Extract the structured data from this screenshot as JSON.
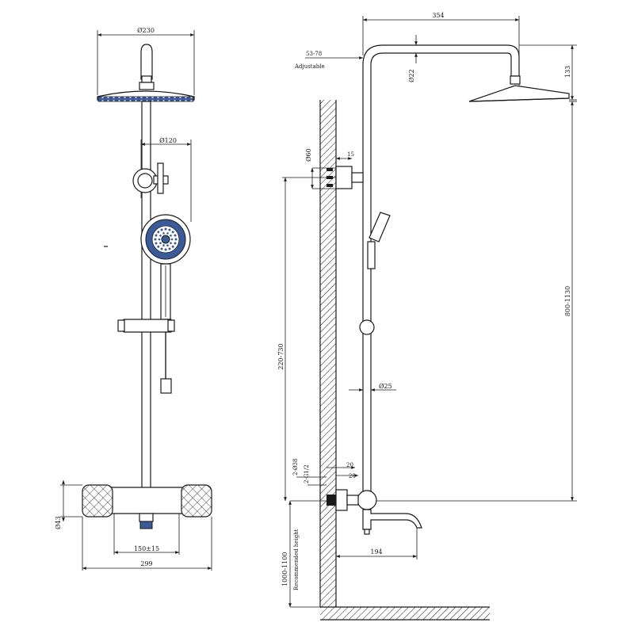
{
  "front_view": {
    "head_diameter": "Ø230",
    "handheld_diameter": "Ø120",
    "pipe_diameter": "Ø43",
    "inlet_spacing": "150±15",
    "mixer_width": "299"
  },
  "side_view": {
    "arm_length": "354",
    "bracket_range": "53-78",
    "adjustable_label": "Adjustable",
    "arm_diameter": "Ø22",
    "head_drop": "133",
    "bracket_diameter": "Ø60",
    "bracket_depth": "15",
    "bracket_height": "220-730",
    "shower_height": "800-1130",
    "rail_diameter": "Ø25",
    "inlet_holes": "2-Ø38",
    "inlet_thread": "2-G1/2",
    "offset_20a": "20",
    "offset_20b": "20",
    "spout_length": "194",
    "recommended_height": "1000-1100",
    "recommended_label": "Recommended height"
  }
}
